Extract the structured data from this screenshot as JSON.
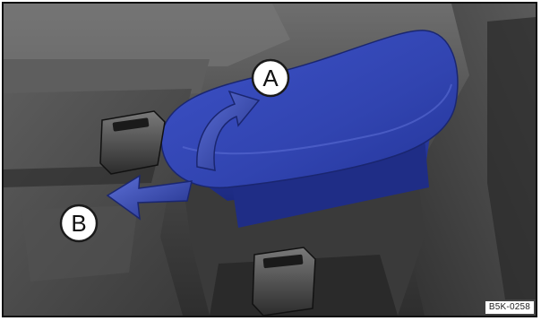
{
  "illustration": {
    "subject": "vehicle-center-armrest",
    "callouts": [
      {
        "id": "A",
        "label": "A"
      },
      {
        "id": "B",
        "label": "B"
      }
    ],
    "figure_code": "B5K-0258",
    "colors": {
      "armrest_highlight": "#3046b8",
      "direction_arrow": "#2c3f9a",
      "interior_dark": "#3b3b3b",
      "interior_mid": "#6a6a6a",
      "callout_fill": "#ffffff",
      "callout_stroke": "#1a1a1a"
    }
  }
}
